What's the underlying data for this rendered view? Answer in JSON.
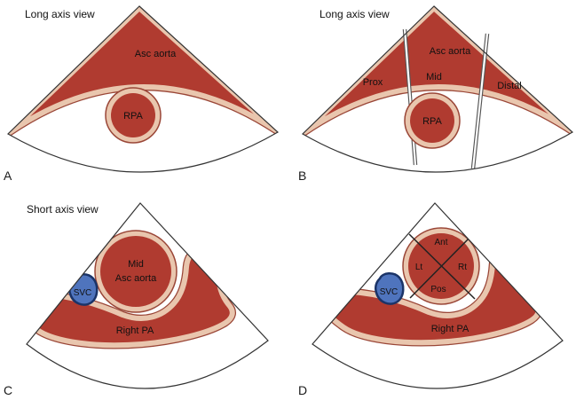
{
  "panels": {
    "a": {
      "letter": "A",
      "view_label": "Long axis view",
      "asc_aorta": "Asc aorta",
      "rpa": "RPA"
    },
    "b": {
      "letter": "B",
      "view_label": "Long axis view",
      "asc_aorta": "Asc aorta",
      "prox": "Prox",
      "mid": "Mid",
      "distal": "Distal",
      "rpa": "RPA"
    },
    "c": {
      "letter": "C",
      "view_label": "Short axis view",
      "mid": "Mid",
      "asc_aorta": "Asc aorta",
      "svc": "SVC",
      "right_pa": "Right PA"
    },
    "d": {
      "letter": "D",
      "ant": "Ant",
      "lt": "Lt",
      "rt": "Rt",
      "pos": "Pos",
      "svc": "SVC",
      "right_pa": "Right PA"
    }
  },
  "colors": {
    "aorta_red": "#b03b30",
    "wall_pink": "#e9c6ae",
    "wall_outline": "#9a4637",
    "svc_blue": "#4f74bd",
    "svc_outline": "#1b3468",
    "sector_outline": "#333333",
    "background": "#ffffff"
  }
}
